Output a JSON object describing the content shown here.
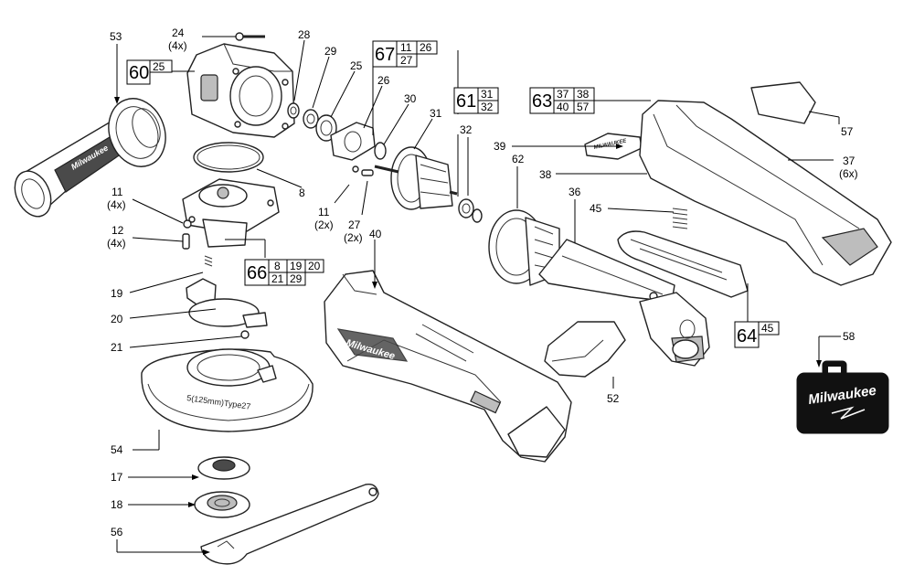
{
  "callouts": {
    "c53": "53",
    "c24": "24",
    "c24q": "(4x)",
    "c28": "28",
    "c29": "29",
    "c25": "25",
    "c26": "26",
    "c30": "30",
    "c31": "31",
    "c32": "32",
    "c39": "39",
    "c57": "57",
    "c37": "37",
    "c37q": "(6x)",
    "c38": "38",
    "c8": "8",
    "c11a": "11",
    "c11aq": "(4x)",
    "c12": "12",
    "c12q": "(4x)",
    "c11b": "11",
    "c11bq": "(2x)",
    "c27": "27",
    "c27q": "(2x)",
    "c40": "40",
    "c62": "62",
    "c36": "36",
    "c45": "45",
    "c19": "19",
    "c20": "20",
    "c21": "21",
    "c54": "54",
    "c17": "17",
    "c18": "18",
    "c56": "56",
    "c52": "52",
    "c58": "58"
  },
  "kits": {
    "k60": {
      "main": "60",
      "items": [
        "25"
      ]
    },
    "k67": {
      "main": "67",
      "items": [
        "11",
        "26",
        "27"
      ]
    },
    "k61": {
      "main": "61",
      "items": [
        "31",
        "32"
      ]
    },
    "k63": {
      "main": "63",
      "items": [
        "37",
        "38",
        "40",
        "57"
      ]
    },
    "k66": {
      "main": "66",
      "items": [
        "8",
        "19",
        "20",
        "21",
        "29"
      ]
    },
    "k64": {
      "main": "64",
      "items": [
        "45"
      ]
    }
  },
  "markings": {
    "guard_text": "5(125mm)Type27",
    "brand_case": "Milwaukee",
    "brand_housing": "Milwaukee",
    "brand_handle": "Milwaukee"
  }
}
